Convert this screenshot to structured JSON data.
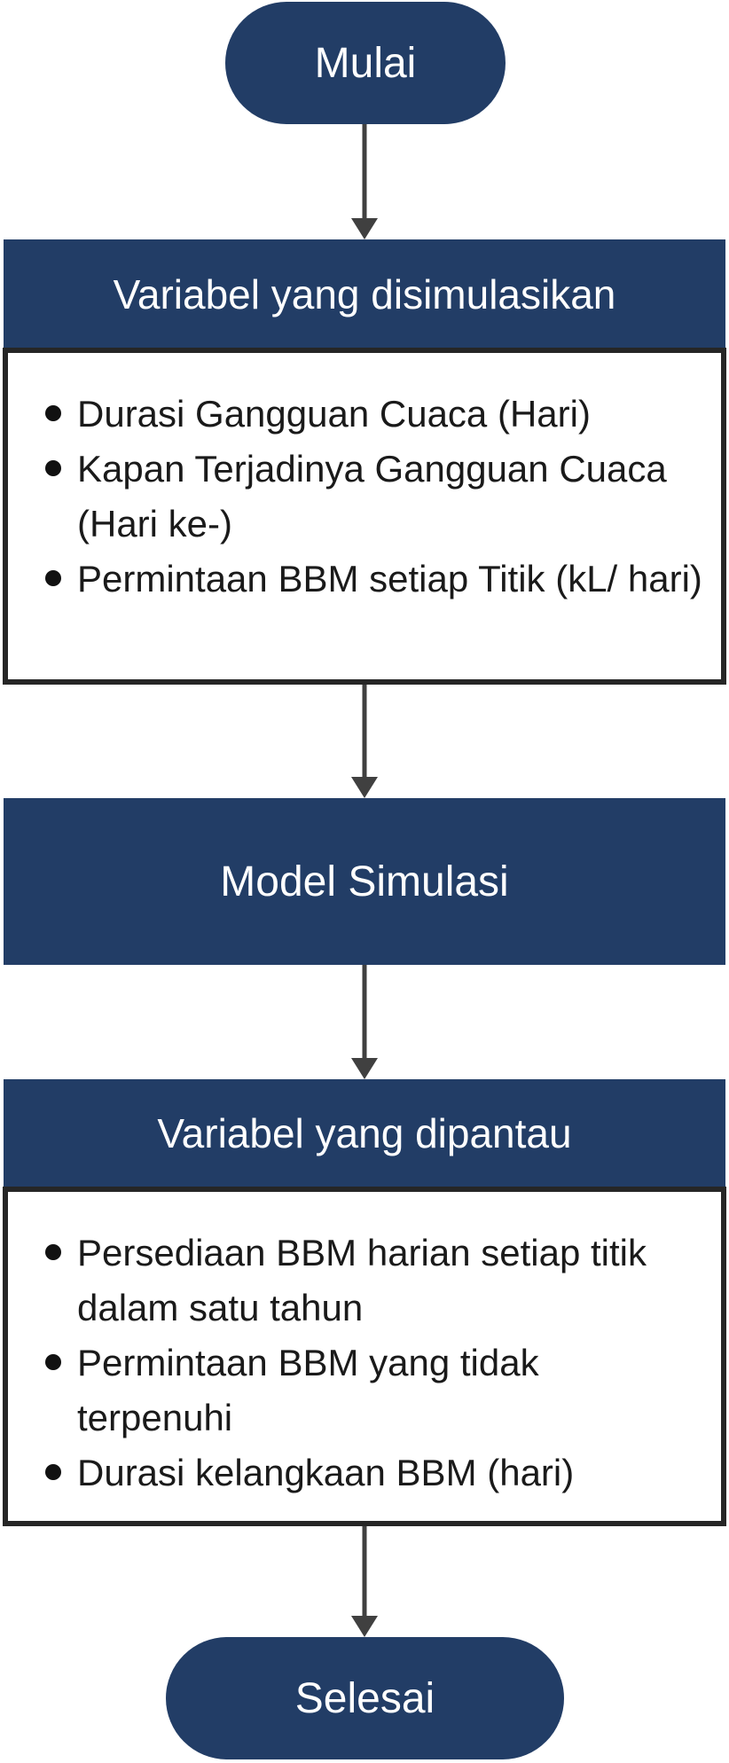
{
  "flow": {
    "start_label": "Mulai",
    "simulated_header": "Variabel yang disimulasikan",
    "simulated_items": [
      "Durasi Gangguan Cuaca (Hari)",
      "Kapan Terjadinya Gangguan Cuaca (Hari ke-)",
      "Permintaan BBM setiap Titik (kL/ hari)"
    ],
    "model_label": "Model Simulasi",
    "monitored_header": "Variabel yang dipantau",
    "monitored_items": [
      "Persediaan BBM harian setiap titik dalam satu tahun",
      "Permintaan BBM yang tidak terpenuhi",
      "Durasi kelangkaan BBM (hari)"
    ],
    "end_label": "Selesai"
  },
  "colors": {
    "node_fill": "#223d66",
    "border": "#262626",
    "arrow": "#404040"
  }
}
